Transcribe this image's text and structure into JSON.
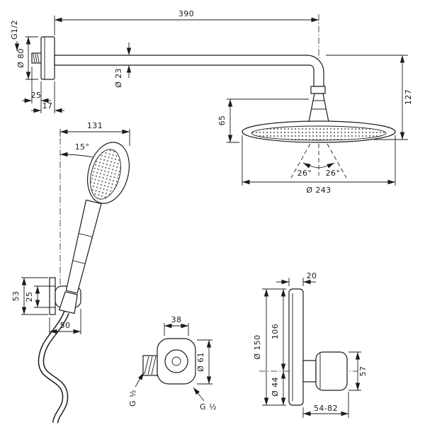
{
  "figure": {
    "type": "technical-dimension-drawing",
    "subject": "Shower set: overhead shower with arm, hand shower with holder and hose, wall outlet, concealed thermostat"
  },
  "shower_arm": {
    "length": "390",
    "thread": "G1/2",
    "flange_diameter": "Ø 80",
    "pipe_diameter": "Ø 23",
    "wall_offset": "25",
    "flange_depth": "17",
    "drop_height": "127"
  },
  "overhead_shower": {
    "head_height": "65",
    "spray_angle_left": "26°",
    "spray_angle_right": "26°",
    "head_diameter": "Ø 243"
  },
  "hand_shower": {
    "reach": "131",
    "holder_angle": "15°",
    "holder_height": "53",
    "holder_inner": "25",
    "holder_depth": "50"
  },
  "wall_outlet": {
    "width": "38",
    "diameter": "Ø 61",
    "thread_side": "G ½",
    "thread_back": "G ½"
  },
  "thermostat": {
    "plate_depth": "20",
    "plate_diameter": "Ø 150",
    "upper_span": "106",
    "handle_diameter": "Ø 44",
    "handle_height": "57",
    "install_depth": "54-82"
  }
}
